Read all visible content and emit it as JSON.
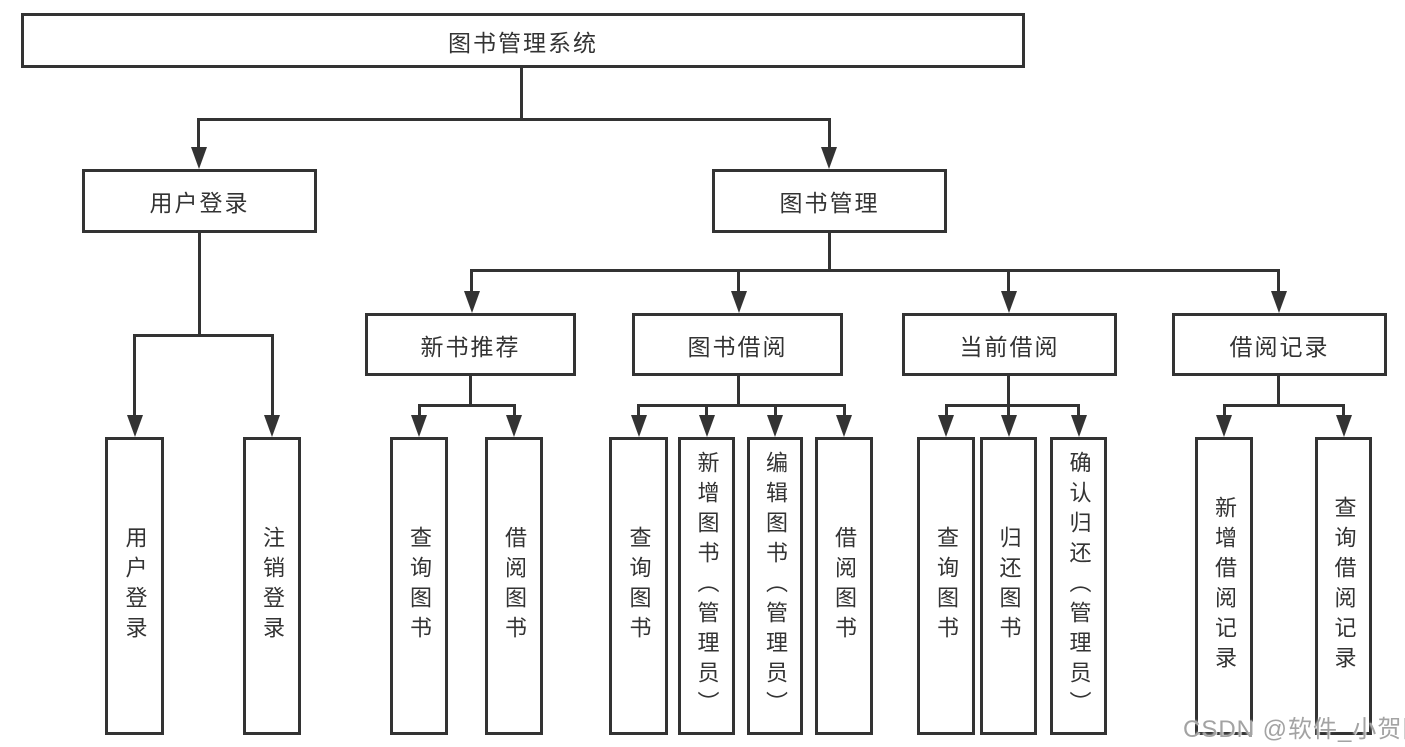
{
  "diagram": {
    "root": {
      "label": "图书管理系统"
    },
    "level2": [
      {
        "label": "用户登录"
      },
      {
        "label": "图书管理"
      }
    ],
    "level3": [
      {
        "label": "新书推荐"
      },
      {
        "label": "图书借阅"
      },
      {
        "label": "当前借阅"
      },
      {
        "label": "借阅记录"
      }
    ],
    "leaves": {
      "user_login": [
        "用户登录",
        "注销登录"
      ],
      "new_book": [
        "查询图书",
        "借阅图书"
      ],
      "book_borrow": [
        "查询图书",
        "新增图书（管理员）",
        "编辑图书（管理员）",
        "借阅图书"
      ],
      "current_borrow": [
        "查询图书",
        "归还图书",
        "确认归还（管理员）"
      ],
      "borrow_record": [
        "新增借阅记录",
        "查询借阅记录"
      ]
    },
    "watermark": "CSDN @软件_小贺同学",
    "colors": {
      "line": "#333333",
      "text": "#333333",
      "watermark": "#a3a3a3",
      "background": "#ffffff"
    }
  }
}
